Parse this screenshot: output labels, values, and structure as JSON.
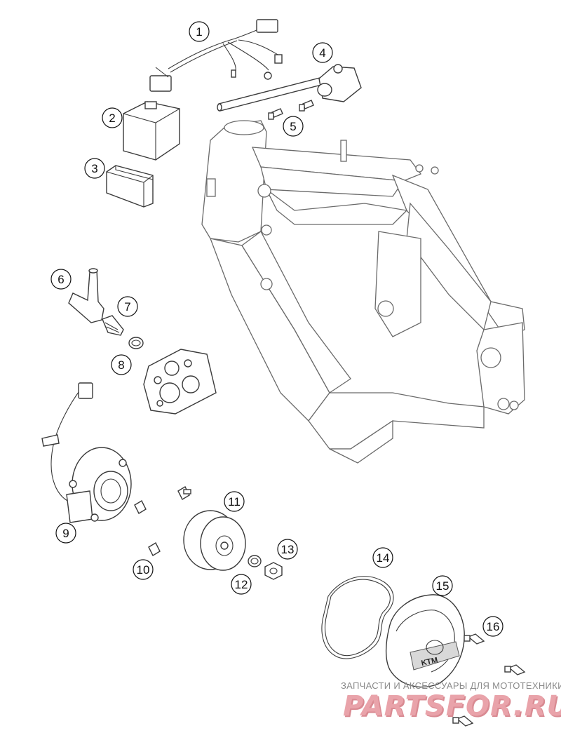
{
  "callouts": [
    {
      "num": "1",
      "part": "wiring-harness"
    },
    {
      "num": "2",
      "part": "cdi-unit"
    },
    {
      "num": "3",
      "part": "rubber-sleeve"
    },
    {
      "num": "4",
      "part": "ignition-coil"
    },
    {
      "num": "5",
      "part": "screw"
    },
    {
      "num": "6",
      "part": "spark-plug-connector"
    },
    {
      "num": "7",
      "part": "spark-plug"
    },
    {
      "num": "8",
      "part": "sealing-ring"
    },
    {
      "num": "9",
      "part": "stator"
    },
    {
      "num": "10",
      "part": "screw"
    },
    {
      "num": "11",
      "part": "rotor"
    },
    {
      "num": "12",
      "part": "washer"
    },
    {
      "num": "13",
      "part": "nut"
    },
    {
      "num": "14",
      "part": "gasket"
    },
    {
      "num": "15",
      "part": "ignition-cover"
    },
    {
      "num": "16",
      "part": "screw"
    }
  ],
  "cover_text": "KTM",
  "watermark": {
    "caption": "ЗАПЧАСТИ И АКСЕССУАРЫ ДЛЯ МОТОТЕХНИКИ",
    "logo": "PARTSFOR.RU",
    "logo_color": "#e9a3aa"
  }
}
